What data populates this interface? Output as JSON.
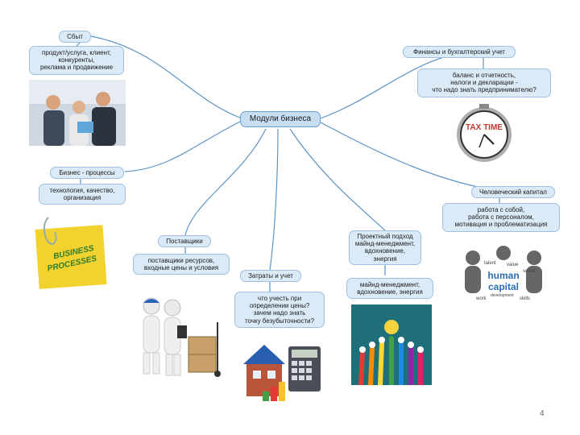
{
  "center": "Модули бизнеса",
  "nodes": {
    "sbyt": {
      "title": "Сбыт",
      "desc": "продукт/услуга, клиент,\nконкуренты,\nреклама и продвижение"
    },
    "finance": {
      "title": "Финансы и бухгалтерский учет",
      "desc": "баланс и отчетность,\nналоги и декларации -\nчто надо знать предпринимателю?"
    },
    "business": {
      "title": "Бизнес - процессы",
      "desc": "технология, качество,\nорганизация"
    },
    "human": {
      "title": "Человеческий капитал",
      "desc": "работа с собой,\nработа с персоналом,\nмотивация и проблематизация"
    },
    "suppliers": {
      "title": "Поставщики",
      "desc": "поставщики ресурсов,\nвходные цены и условия"
    },
    "costs": {
      "title": "Затраты и учет",
      "desc": "что учесть при\nопределении цены?\nзачем надо знать\nточку безубыточности?"
    },
    "project": {
      "title": "Проектный подход\nмайнд-менеджмент,\nвдохновение,\nэнергия",
      "desc": "майнд-менеджмент,\nвдохновение, энергия"
    }
  },
  "images": {
    "clock_text": "TAX TIME",
    "sticky_line1": "BUSINESS",
    "sticky_line2": "PROCESSES",
    "cloud_words": [
      "human",
      "capital",
      "value",
      "work",
      "skills",
      "talent",
      "social",
      "development"
    ]
  },
  "page_number": "4",
  "colors": {
    "node_bg": "#dbeaf7",
    "node_border": "#9fc0e0",
    "link": "#5b93c7"
  }
}
